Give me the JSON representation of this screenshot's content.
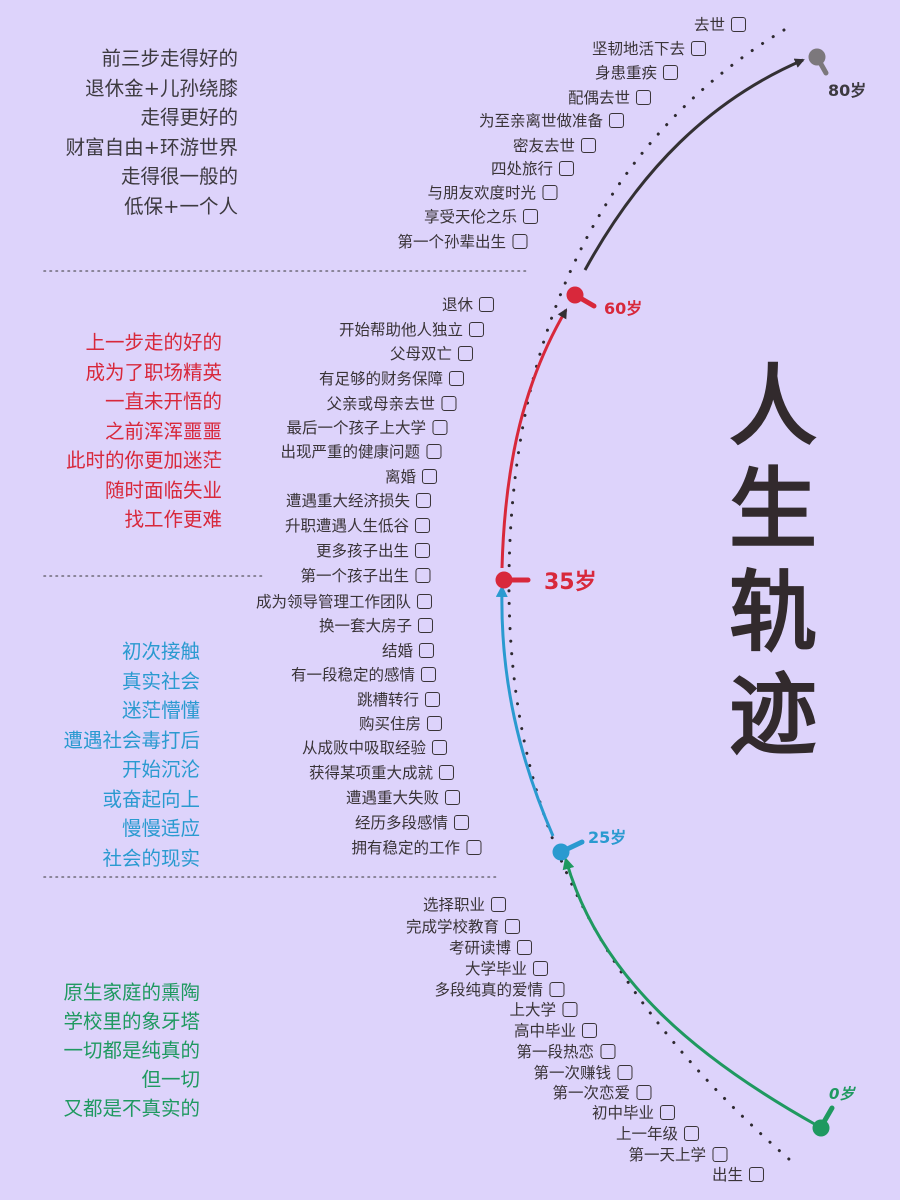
{
  "title": {
    "chars": [
      "人",
      "生",
      "轨",
      "迹"
    ],
    "color": "#322a2d"
  },
  "milestones": [
    {
      "label": "0岁",
      "color": "#1f9960"
    },
    {
      "label": "25岁",
      "color": "#2a9ad0"
    },
    {
      "label": "35岁",
      "color": "#d8283b"
    },
    {
      "label": "60岁",
      "color": "#d8283b"
    },
    {
      "label": "80岁",
      "color": "#555058"
    }
  ],
  "notes": {
    "stage_80": {
      "color": "#3d3a40",
      "lines": [
        "前三步走得好的",
        "退休金+儿孙绕膝",
        "走得更好的",
        "财富自由+环游世界",
        "走得很一般的",
        "低保+一个人"
      ]
    },
    "stage_60": {
      "color": "#d8283b",
      "lines": [
        "上一步走的好的",
        "成为了职场精英",
        "一直未开悟的",
        "之前浑浑噩噩",
        "此时的你更加迷茫",
        "随时面临失业",
        "找工作更难"
      ]
    },
    "stage_35": {
      "color": "#2a9ad0",
      "lines": [
        "初次接触",
        "真实社会",
        "迷茫懵懂",
        "遭遇社会毒打后",
        "开始沉沦",
        "或奋起向上",
        "慢慢适应",
        "社会的现实"
      ]
    },
    "stage_25": {
      "color": "#1f9960",
      "lines": [
        "原生家庭的熏陶",
        "学校里的象牙塔",
        "一切都是纯真的",
        "但一切",
        "又都是不真实的"
      ]
    }
  },
  "events": {
    "stage_80": [
      {
        "label": "去世",
        "checked": false
      },
      {
        "label": "坚韧地活下去",
        "checked": false
      },
      {
        "label": "身患重疾",
        "checked": false
      },
      {
        "label": "配偶去世",
        "checked": false
      },
      {
        "label": "为至亲离世做准备",
        "checked": false
      },
      {
        "label": "密友去世",
        "checked": false
      },
      {
        "label": "四处旅行",
        "checked": false
      },
      {
        "label": "与朋友欢度时光",
        "checked": false
      },
      {
        "label": "享受天伦之乐",
        "checked": false
      },
      {
        "label": "第一个孙辈出生",
        "checked": false
      }
    ],
    "stage_60": [
      {
        "label": "退休",
        "checked": false
      },
      {
        "label": "开始帮助他人独立",
        "checked": false
      },
      {
        "label": "父母双亡",
        "checked": false
      },
      {
        "label": "有足够的财务保障",
        "checked": false
      },
      {
        "label": "父亲或母亲去世",
        "checked": false
      },
      {
        "label": "最后一个孩子上大学",
        "checked": false
      },
      {
        "label": "出现严重的健康问题",
        "checked": false
      },
      {
        "label": "离婚",
        "checked": false
      },
      {
        "label": "遭遇重大经济损失",
        "checked": false
      },
      {
        "label": "升职遭遇人生低谷",
        "checked": false
      },
      {
        "label": "更多孩子出生",
        "checked": false
      },
      {
        "label": "第一个孩子出生",
        "checked": false
      }
    ],
    "stage_35": [
      {
        "label": "成为领导管理工作团队",
        "checked": false
      },
      {
        "label": "换一套大房子",
        "checked": false
      },
      {
        "label": "结婚",
        "checked": false
      },
      {
        "label": "有一段稳定的感情",
        "checked": false
      },
      {
        "label": "跳槽转行",
        "checked": false
      },
      {
        "label": "购买住房",
        "checked": false
      },
      {
        "label": "从成败中吸取经验",
        "checked": false
      },
      {
        "label": "获得某项重大成就",
        "checked": false
      },
      {
        "label": "遭遇重大失败",
        "checked": false
      },
      {
        "label": "经历多段感情",
        "checked": false
      },
      {
        "label": "拥有稳定的工作",
        "checked": false
      }
    ],
    "stage_25": [
      {
        "label": "选择职业",
        "checked": false
      },
      {
        "label": "完成学校教育",
        "checked": false
      },
      {
        "label": "考研读博",
        "checked": false
      },
      {
        "label": "大学毕业",
        "checked": false
      },
      {
        "label": "多段纯真的爱情",
        "checked": false
      },
      {
        "label": "上大学",
        "checked": false
      },
      {
        "label": "高中毕业",
        "checked": false
      },
      {
        "label": "第一段热恋",
        "checked": false
      },
      {
        "label": "第一次赚钱",
        "checked": false
      },
      {
        "label": "第一次恋爱",
        "checked": false
      },
      {
        "label": "初中毕业",
        "checked": false
      },
      {
        "label": "上一年级",
        "checked": false
      },
      {
        "label": "第一天上学",
        "checked": false
      },
      {
        "label": "出生",
        "checked": false
      }
    ]
  },
  "colors": {
    "background": "#ddd3fb",
    "text": "#3a3438",
    "green": "#1f9960",
    "blue": "#2a9ad0",
    "red": "#d8283b",
    "dark": "#333033",
    "gray": "#7c787c"
  }
}
